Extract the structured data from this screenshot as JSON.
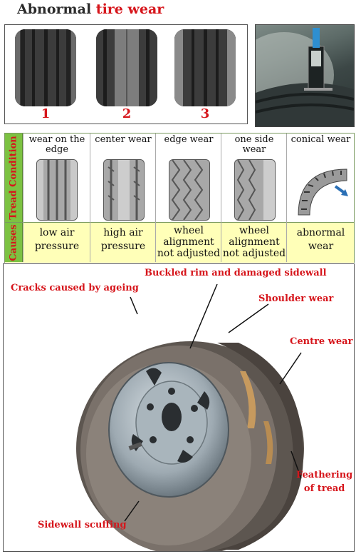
{
  "title": {
    "part1": "Abnormal",
    "part2": "tire wear"
  },
  "top_panel": {
    "numbers": [
      "1",
      "2",
      "3"
    ]
  },
  "table": {
    "row_labels": {
      "tread": "Tread Condition",
      "causes": "Causes"
    },
    "columns": [
      {
        "header_lines": [
          "wear on the",
          "edge"
        ],
        "cause_lines": [
          "low air",
          "pressure"
        ]
      },
      {
        "header_lines": [
          "center wear"
        ],
        "cause_lines": [
          "high air",
          "pressure"
        ]
      },
      {
        "header_lines": [
          "edge wear"
        ],
        "cause_lines": [
          "wheel",
          "alignment",
          "not adjusted"
        ]
      },
      {
        "header_lines": [
          "one side",
          "wear"
        ],
        "cause_lines": [
          "wheel",
          "alignment",
          "not adjusted"
        ]
      },
      {
        "header_lines": [
          "conical wear"
        ],
        "cause_lines": [
          "abnormal",
          "wear"
        ]
      }
    ]
  },
  "diagram_labels": {
    "cracks": "Cracks caused by ageing",
    "buckled": "Buckled rim and damaged sidewall",
    "shoulder": "Shoulder wear",
    "centre": "Centre wear",
    "feathering_1": "Feathering",
    "feathering_2": "of tread",
    "sidewall": "Sidewall scuffing"
  },
  "colors": {
    "accent_red": "#d6151b",
    "table_green": "#7cc242",
    "causes_yellow": "#ffffb8"
  }
}
